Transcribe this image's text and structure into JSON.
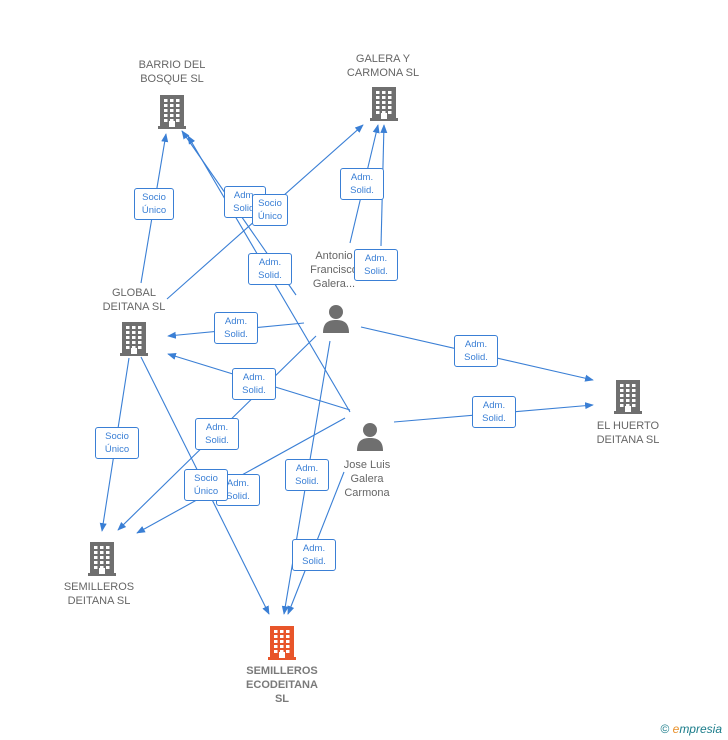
{
  "colors": {
    "edge": "#3a7fd5",
    "company": "#6f6f6f",
    "focus_company": "#e8552a",
    "person": "#6f6f6f"
  },
  "nodes": [
    {
      "id": "barrio",
      "kind": "company",
      "icon": "building-icon",
      "label": [
        "BARRIO DEL",
        "BOSQUE SL"
      ]
    },
    {
      "id": "galera",
      "kind": "company",
      "icon": "building-icon",
      "label": [
        "GALERA Y",
        "CARMONA SL"
      ]
    },
    {
      "id": "global",
      "kind": "company",
      "icon": "building-icon",
      "label": [
        "GLOBAL",
        "DEITANA  SL"
      ]
    },
    {
      "id": "huerto",
      "kind": "company",
      "icon": "building-icon",
      "label": [
        "EL HUERTO",
        "DEITANA  SL"
      ]
    },
    {
      "id": "semilleros",
      "kind": "company",
      "icon": "building-icon",
      "label": [
        "SEMILLEROS",
        "DEITANA SL"
      ]
    },
    {
      "id": "ecodeitana",
      "kind": "focus",
      "icon": "building-icon",
      "label": [
        "SEMILLEROS",
        "ECODEITANA",
        "SL"
      ]
    },
    {
      "id": "antonio",
      "kind": "person",
      "icon": "person-icon",
      "label": [
        "Antonio",
        "Francisco",
        "Galera..."
      ]
    },
    {
      "id": "joseluis",
      "kind": "person",
      "icon": "person-icon",
      "label": [
        "Jose Luis",
        "Galera",
        "Carmona"
      ]
    }
  ],
  "edge_labels": [
    {
      "id": "e1",
      "lines": [
        "Socio",
        "Único"
      ]
    },
    {
      "id": "e2",
      "lines": [
        "Adm.",
        "Solid."
      ]
    },
    {
      "id": "e3",
      "lines": [
        "Socio",
        "Único"
      ]
    },
    {
      "id": "e4",
      "lines": [
        "Adm.",
        "Solid."
      ]
    },
    {
      "id": "e5",
      "lines": [
        "Adm.",
        "Solid."
      ]
    },
    {
      "id": "e6",
      "lines": [
        "Adm.",
        "Solid."
      ]
    },
    {
      "id": "e7",
      "lines": [
        "Adm.",
        "Solid."
      ]
    },
    {
      "id": "e8",
      "lines": [
        "Adm.",
        "Solid."
      ]
    },
    {
      "id": "e9",
      "lines": [
        "Adm.",
        "Solid."
      ]
    },
    {
      "id": "e10",
      "lines": [
        "Adm.",
        "Solid."
      ]
    },
    {
      "id": "e11",
      "lines": [
        "Adm.",
        "Solid."
      ]
    },
    {
      "id": "e12",
      "lines": [
        "Socio",
        "Único"
      ]
    },
    {
      "id": "e13",
      "lines": [
        "Adm.",
        "Solid."
      ]
    },
    {
      "id": "e14",
      "lines": [
        "Adm.",
        "Solid."
      ]
    },
    {
      "id": "e15",
      "lines": [
        "Socio",
        "Único"
      ]
    },
    {
      "id": "e16",
      "lines": [
        "Adm.",
        "Solid."
      ]
    }
  ],
  "footer": {
    "copyright_symbol": "©",
    "brand_first": "e",
    "brand_rest": "mpresia"
  }
}
